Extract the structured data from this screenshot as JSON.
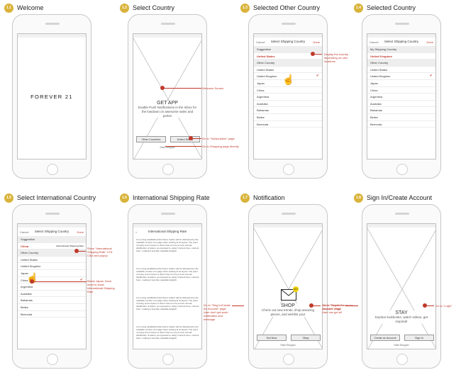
{
  "panels": [
    {
      "num": "1.1",
      "title": "Welcome"
    },
    {
      "num": "1.2",
      "title": "Select Country"
    },
    {
      "num": "1.3",
      "title": "Selected Other Country"
    },
    {
      "num": "1.4",
      "title": "Selected Country"
    },
    {
      "num": "1.5",
      "title": "Select International Country"
    },
    {
      "num": "1.6",
      "title": "International Shipping Rate"
    },
    {
      "num": "1.7",
      "title": "Notification"
    },
    {
      "num": "1.8",
      "title": "Sign In/Create Account"
    }
  ],
  "welcome": {
    "logo": "FOREVER 21"
  },
  "select_country": {
    "heading": "GET APP",
    "body": "Enable Push Notifications in the Inbox for the lowdown on awesome sales and perks!",
    "btn_other": "Other Countries",
    "btn_us": "United States",
    "skip": "Start Shoppin",
    "ann_welcome": "Welcome Screen",
    "ann_subscription": "Go to \"Subscription\" page",
    "ann_shopping": "Go to Shopping page directly"
  },
  "other_country": {
    "cancel": "Cancel",
    "title": "Select Shipping Country",
    "done": "Done",
    "rows": [
      "Suggestion",
      "United States",
      "Other Country",
      "United States",
      "United Kingdom",
      "Japan",
      "China",
      "Argentina",
      "Australia",
      "Bahamas",
      "Belize",
      "Bermuda"
    ],
    "ann": "Display the country depending on user locations"
  },
  "selected_country": {
    "cancel": "Cancel",
    "title": "Select Shipping Country",
    "done": "Done",
    "rows": [
      "My Shipping Country",
      "United Kingdom",
      "Other Country",
      "United States",
      "United Kingdom",
      "Japan",
      "China",
      "Argentina",
      "Australia",
      "Bahamas",
      "Belize",
      "Bermuda"
    ]
  },
  "intl_country": {
    "cancel": "Cancel",
    "title": "Select Shipping Country",
    "done": "Done",
    "rows": [
      "Suggestion",
      "China",
      "Other Country",
      "United States",
      "United Kingdom",
      "Japan",
      "China",
      "Argentina",
      "Australia",
      "Bahamas",
      "Belize",
      "Bermuda"
    ],
    "rate_cta": "International Shipping Rate",
    "ann_cta": "Show \"International Shipping Rate\" CTA",
    "ann_cta2": "Click and popup",
    "ann_japan": "Below Japan, there need to show International Shipping Rate"
  },
  "shipping_rate": {
    "back": "<",
    "title": "International Shipping Rate",
    "para": "It is a long established fact that a reader will be distracted by the readable content of a page when looking at its layout. The point of using Lorem Ipsum is that it has a more-or-less normal distribution of letters, as opposed to using 'Content here, content here', making it look like readable English."
  },
  "notification": {
    "heading": "SHOP",
    "body": "Check out new trends, shop amazing pieces, and wishlist your",
    "btn_no": "Not Now",
    "btn_ok": "Okay",
    "skip": "Start Shoppin",
    "badge": "321",
    "ann_signin": "Go to \"Sing In/Create An Account\" page",
    "ann_signin2": "User don't get push notification and message",
    "ann_signin_r": "Go to \"Sing In/Create An Account\" page",
    "ann_signin_r2": "User can get all"
  },
  "signin": {
    "heading": "STAY",
    "body": "Explore lookbooks, watch videos, get inspired!",
    "btn_create": "Create an Account",
    "btn_signin": "Sign In",
    "skip": "Start Shoppin",
    "ann_create": "Go to \"Create An Account\" Page",
    "ann_login": "Go to \"Login\""
  },
  "colors": {
    "accent": "#c0392b",
    "badge": "#d9b33a",
    "mail_badge": "#f3d500"
  }
}
